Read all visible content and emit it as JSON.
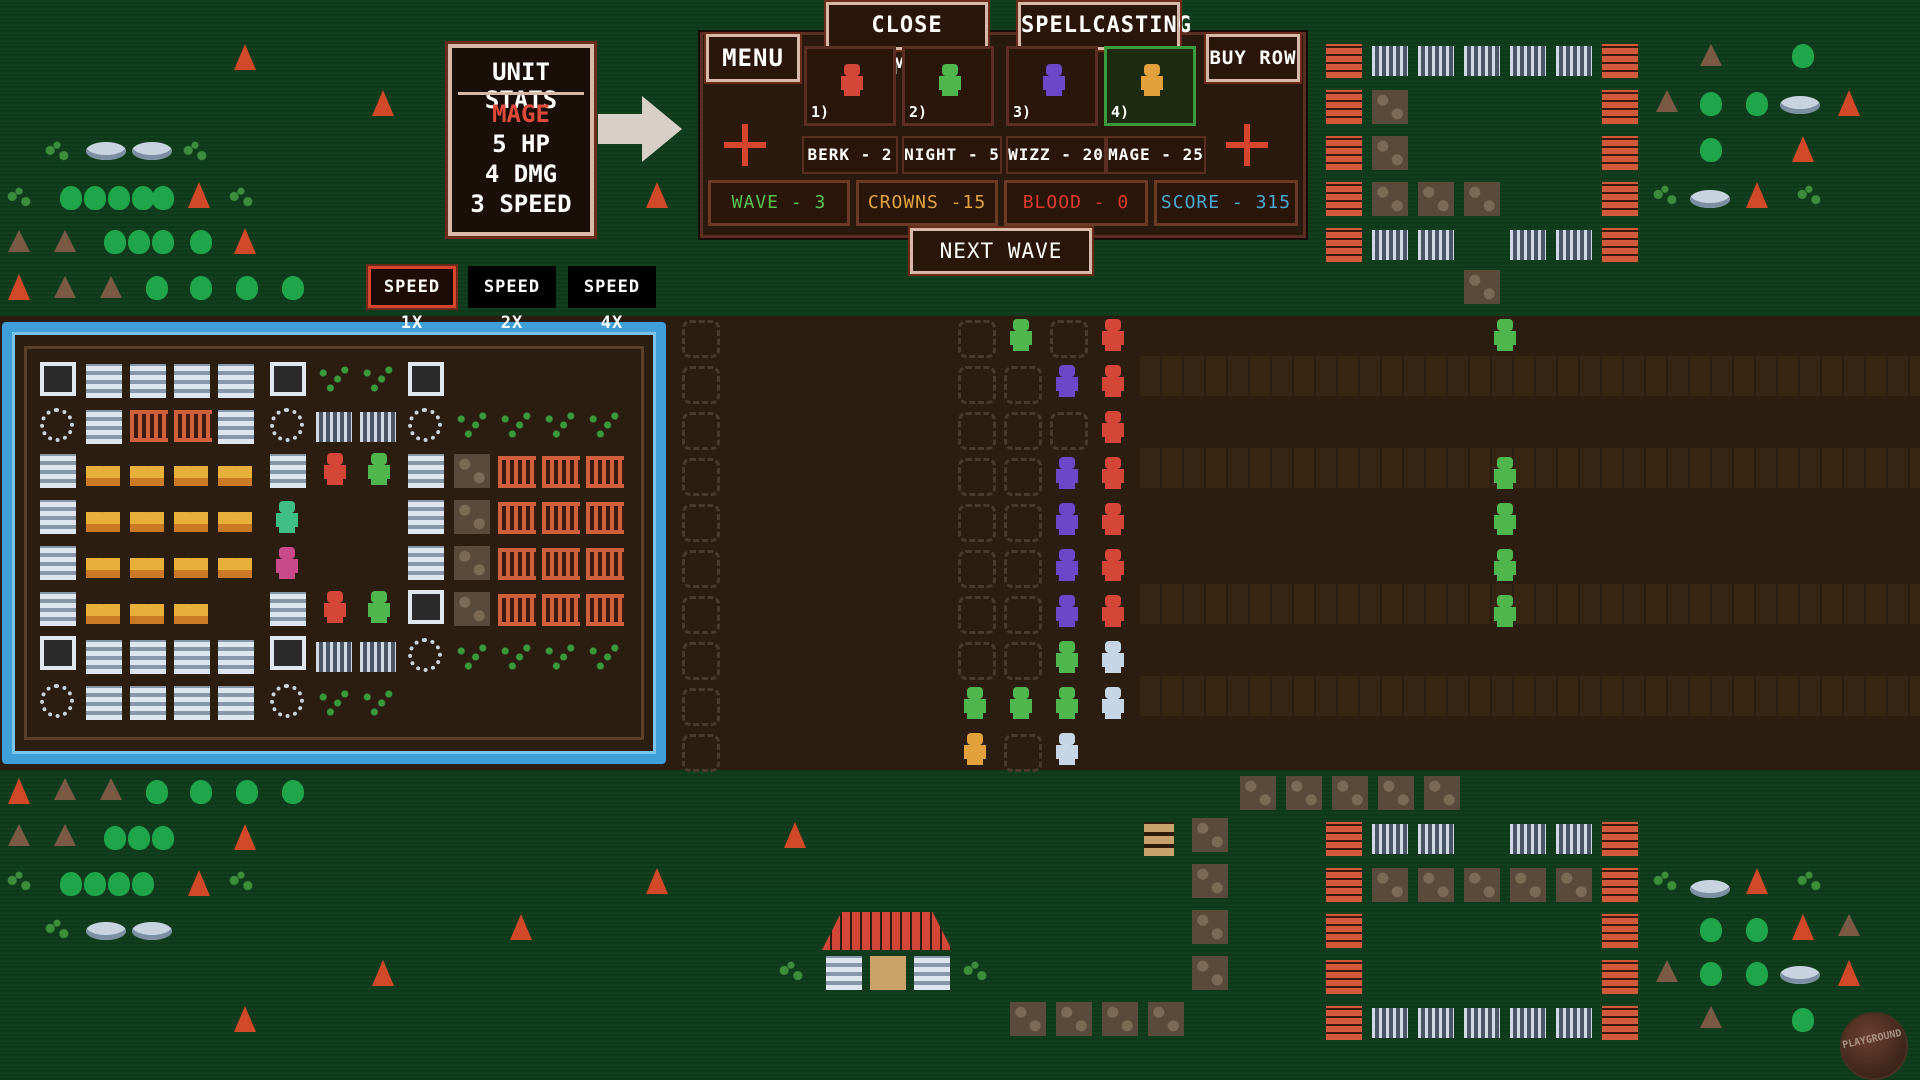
{
  "unit_stats": {
    "title": "UNIT STATS",
    "unit_name": "MAGE",
    "hp": "5 HP",
    "dmg": "4 DMG",
    "speed": "3 SPEED"
  },
  "speed_buttons": [
    "SPEED 1X",
    "SPEED 2X",
    "SPEED 4X"
  ],
  "menu_label": "MENU",
  "tabs": {
    "close_combat": "CLOSE COMBAT",
    "spellcasting": "SPELLCASTING"
  },
  "buy_row_label": "BUY ROW",
  "unit_slots": [
    {
      "num": "1)",
      "cost_label": "BERK - 2",
      "icon": "berserker-icon",
      "color": "#d44638"
    },
    {
      "num": "2)",
      "cost_label": "NIGHT - 5",
      "icon": "knight-icon",
      "color": "#4fb64d"
    },
    {
      "num": "3)",
      "cost_label": "WIZZ - 20",
      "icon": "wizard-icon",
      "color": "#6a48c9"
    },
    {
      "num": "4)",
      "cost_label": "MAGE - 25",
      "icon": "mage-icon",
      "color": "#e3a13c"
    }
  ],
  "resources": {
    "wave": "WAVE - 3",
    "crowns": "CROWNS -15",
    "blood": "BLOOD -  0",
    "score": "SCORE - 315"
  },
  "next_wave_label": "NEXT WAVE",
  "watermark": "PLAYGROUND",
  "colors": {
    "wave": "#59c24a",
    "crowns": "#e0a43c",
    "blood": "#e03a2a",
    "score": "#4ca6d8",
    "selected_speed": "#d8452f",
    "mage": "#e04a3a"
  }
}
